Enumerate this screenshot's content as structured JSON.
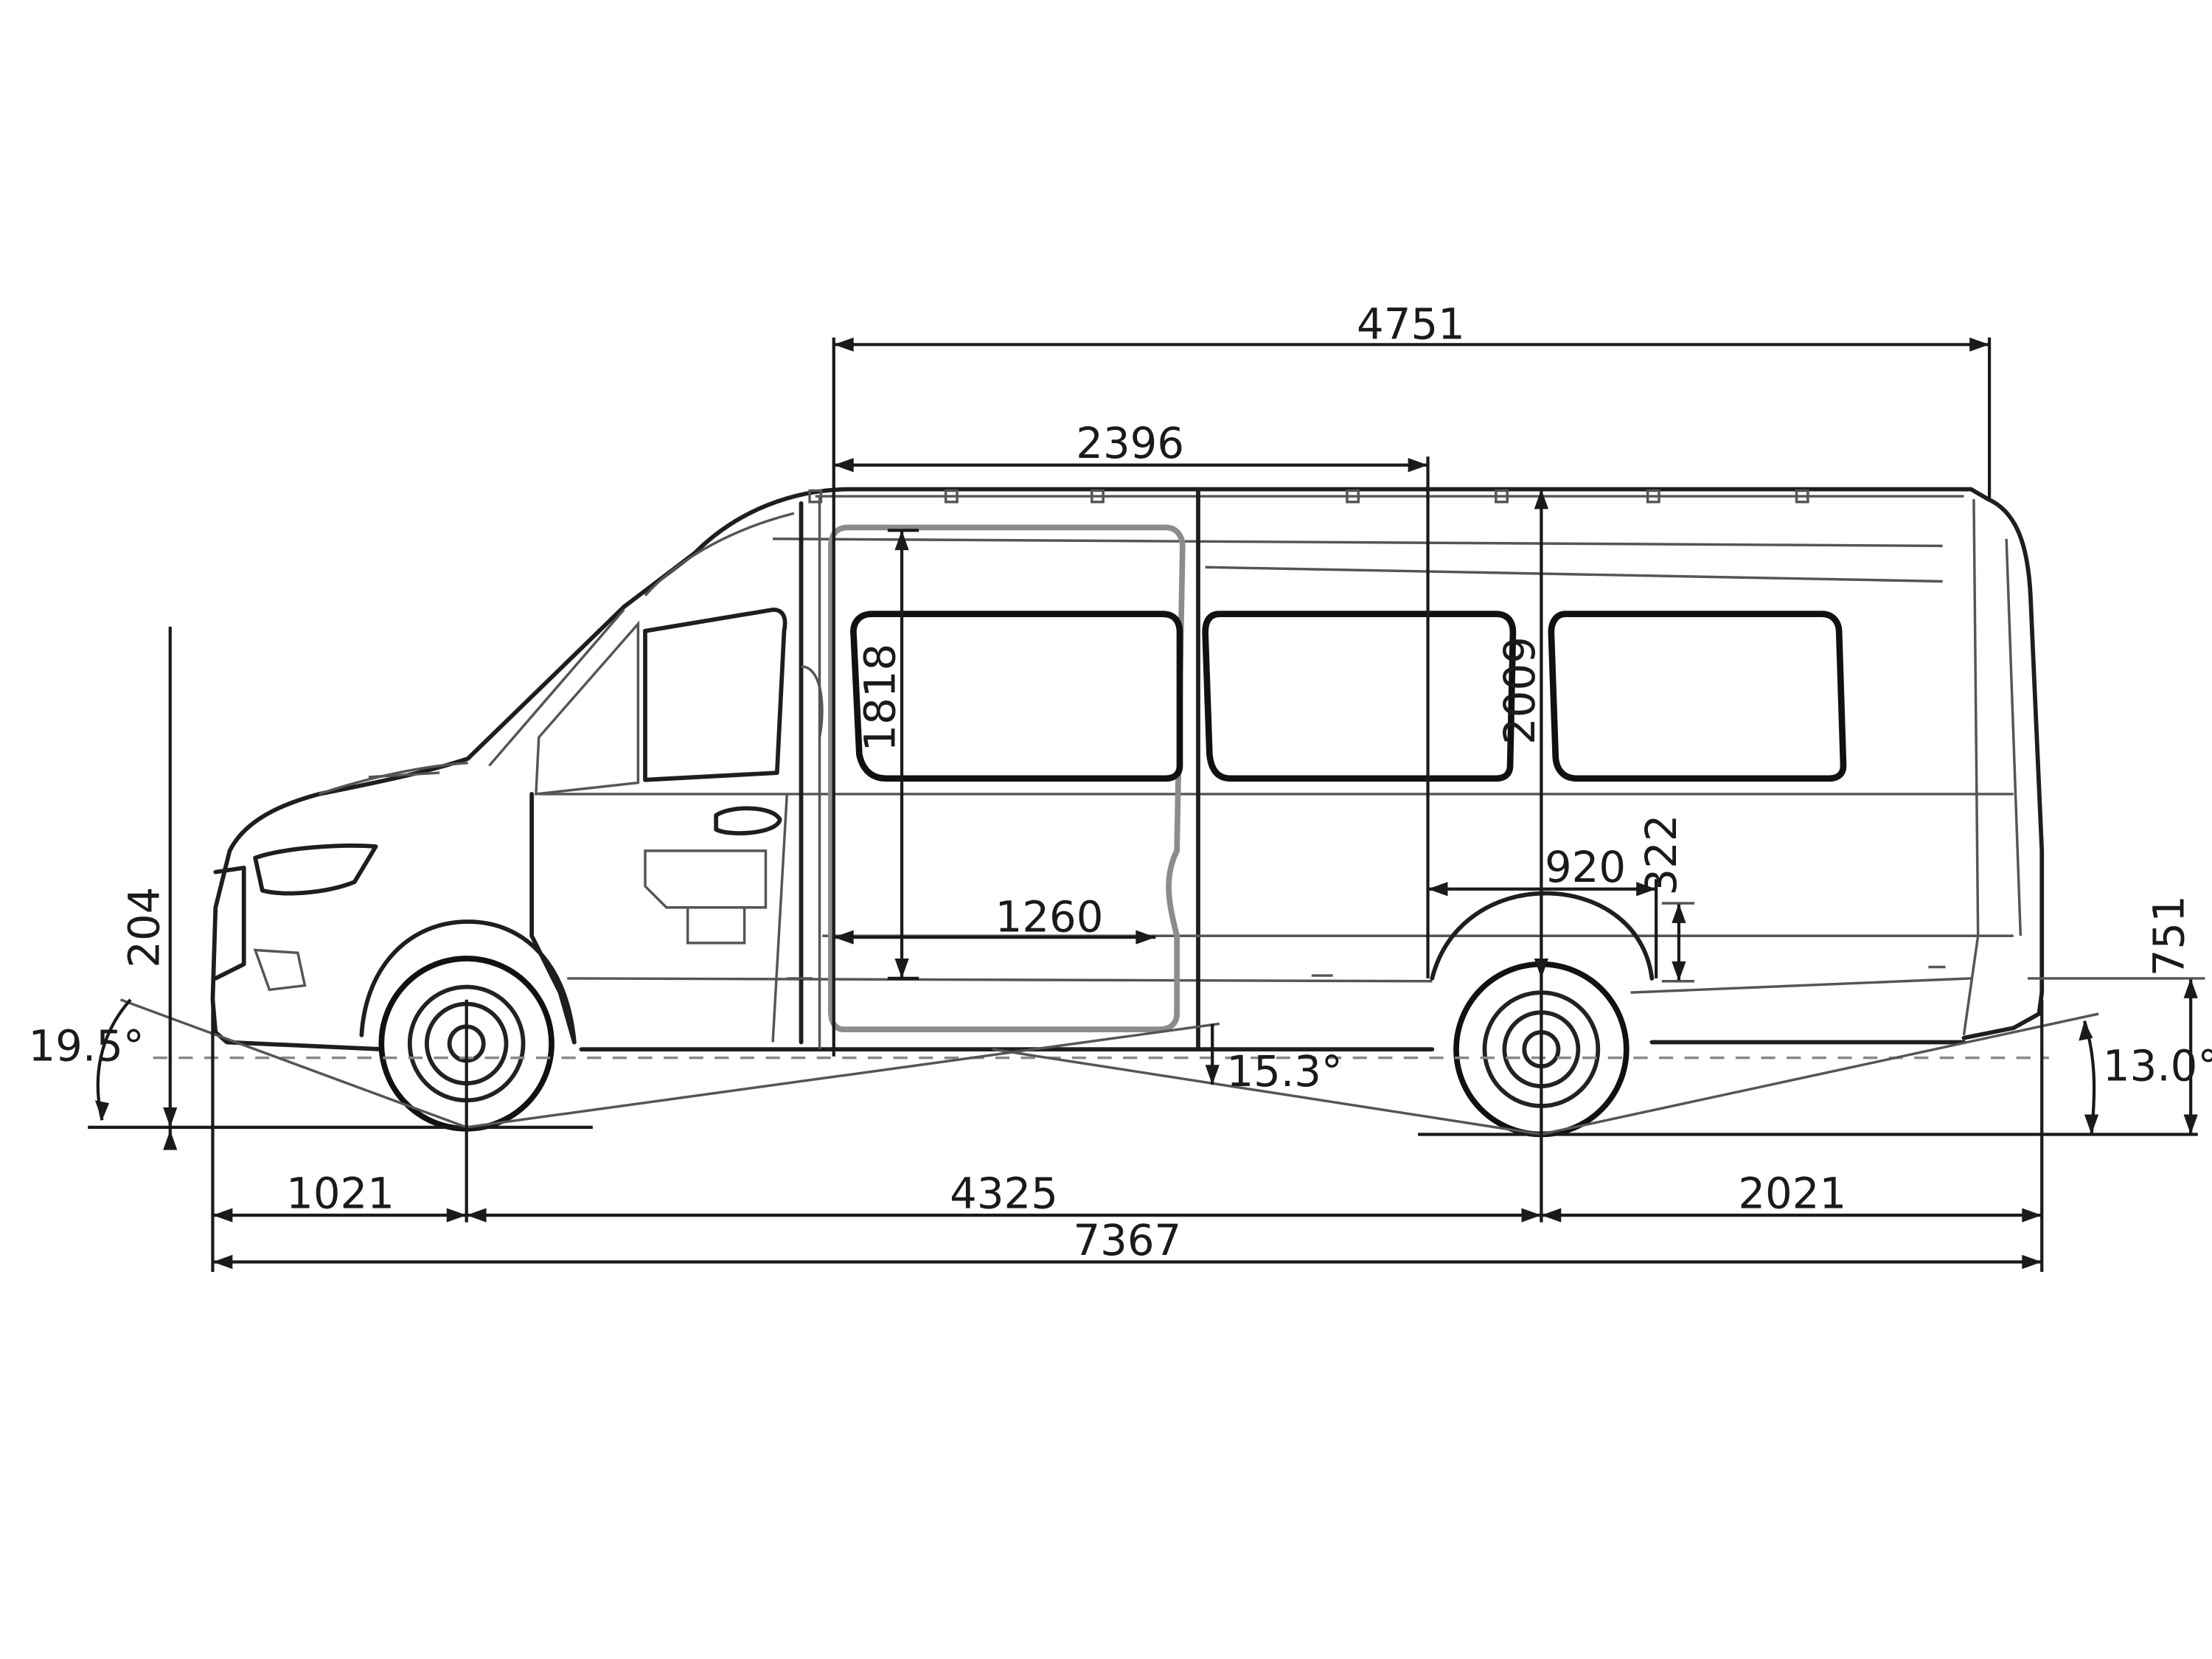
{
  "dimensions": {
    "overall_length": "7367",
    "front_overhang": "1021",
    "wheelbase": "4325",
    "rear_overhang": "2021",
    "cargo_length": "4751",
    "door_to_bulkhead": "2396",
    "door_opening_width": "1260",
    "door_height": "1818",
    "interior_height": "2009",
    "wheel_arch_length": "920",
    "wheel_arch_height": "322",
    "rear_loading_height": "751",
    "front_height": "204"
  },
  "angles": {
    "approach": "19.5°",
    "ramp": "15.3°",
    "departure": "13.0°"
  }
}
